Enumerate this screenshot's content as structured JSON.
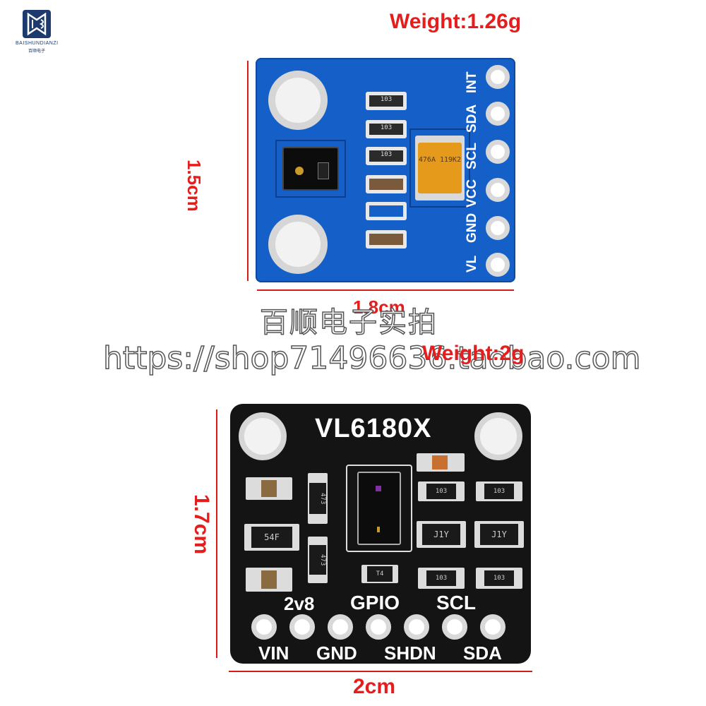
{
  "logo": {
    "letters": "BS",
    "brand": "BAISHUNDIANZI",
    "brand_cn": "百顺电子"
  },
  "board1": {
    "weight": "Weight:1.26g",
    "height_dim": "1.5cm",
    "width_dim": "1.8cm",
    "pins": [
      "INT",
      "SDA",
      "SCL",
      "VCC",
      "GND",
      "VL"
    ],
    "resistor_codes": [
      "103",
      "103",
      "103"
    ],
    "cap_marking": "476A 119K2",
    "colors": {
      "pcb": "#1560c8",
      "dimension": "#e61d1d"
    }
  },
  "watermark": {
    "shop_cn": "百顺电子实拍",
    "url": "https://shop71496636.taobao.com"
  },
  "board2": {
    "weight": "Weight:2g",
    "title": "VL6180X",
    "height_dim": "1.7cm",
    "width_dim": "2cm",
    "top_labels": [
      "2v8",
      "GPIO",
      "SCL"
    ],
    "bottom_labels": [
      "VIN",
      "GND",
      "SHDN",
      "SDA"
    ],
    "chip_codes": [
      "473",
      "473",
      "103",
      "103",
      "103",
      "103",
      "54F",
      "J1Y",
      "J1Y",
      "T4"
    ],
    "colors": {
      "pcb": "#141414"
    }
  }
}
